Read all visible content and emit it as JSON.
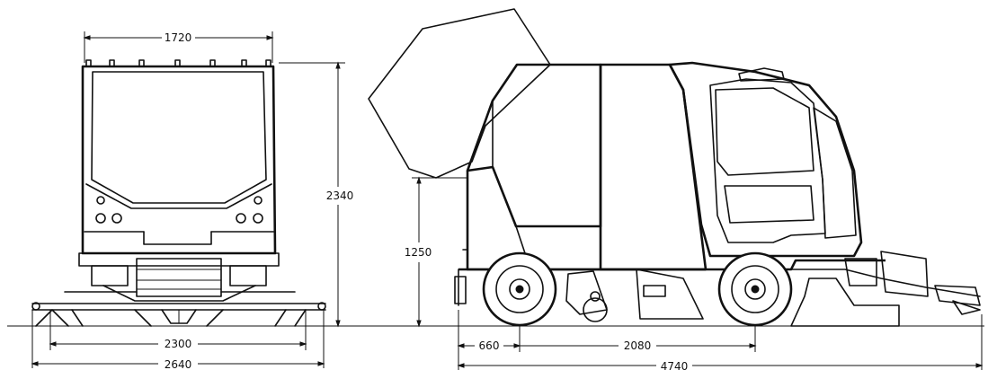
{
  "front_view": {
    "dim_width_top": "1720",
    "dim_height": "2340",
    "dim_track": "2300",
    "dim_overall_width": "2640"
  },
  "side_view": {
    "dim_hopper_height": "1250",
    "dim_front_overhang": "660",
    "dim_wheelbase": "2080",
    "dim_overall_length": "4740"
  }
}
